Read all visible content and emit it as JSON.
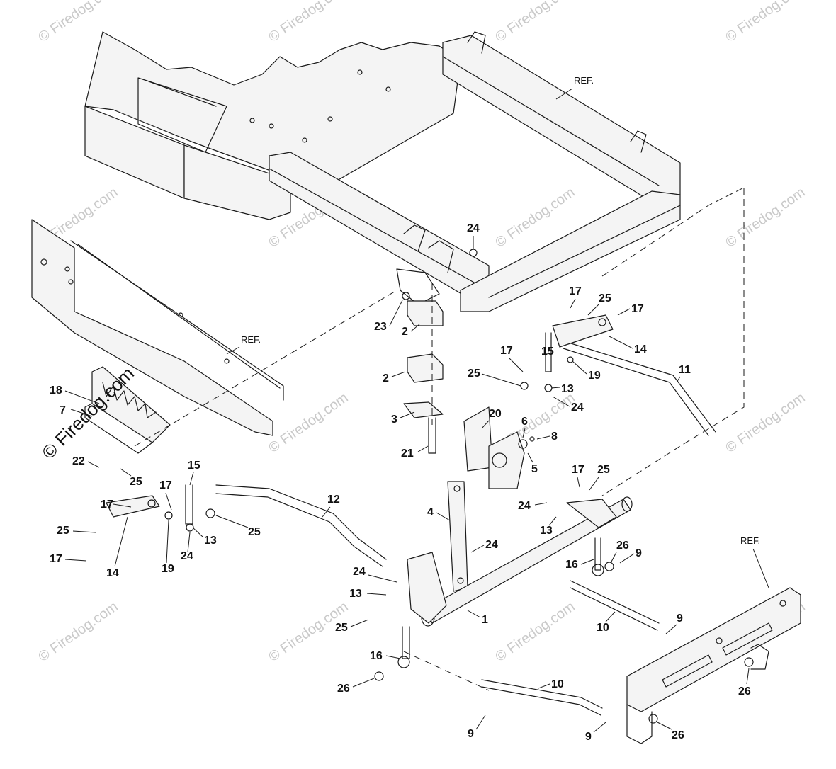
{
  "watermark": "© Firedog.com",
  "brand_watermark": "© Firedog.com",
  "ref_label": "REF.",
  "callouts": [
    "1",
    "2",
    "3",
    "4",
    "5",
    "6",
    "7",
    "8",
    "9",
    "10",
    "11",
    "12",
    "13",
    "14",
    "15",
    "16",
    "17",
    "18",
    "19",
    "20",
    "21",
    "22",
    "23",
    "24",
    "25",
    "26"
  ]
}
